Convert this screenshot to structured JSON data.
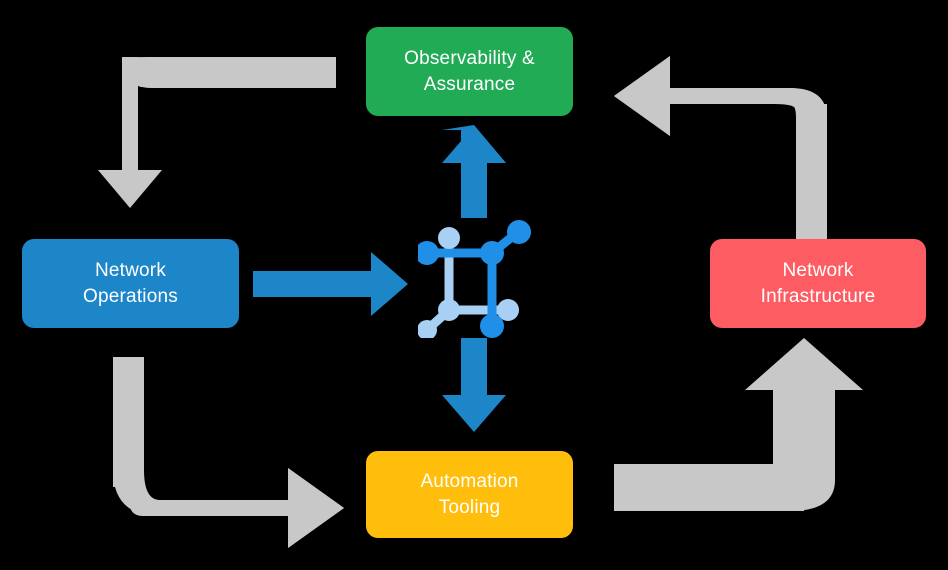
{
  "diagram": {
    "title": "Network automation lifecycle cycle diagram",
    "background_color": "#000000",
    "nodes": [
      {
        "id": "observability",
        "label": "Observability &\nAssurance",
        "color": "#22ab55",
        "text_color": "#ffffff",
        "position": "top"
      },
      {
        "id": "operations",
        "label": "Network\nOperations",
        "color": "#1c86c8",
        "text_color": "#ffffff",
        "position": "left"
      },
      {
        "id": "infrastructure",
        "label": "Network\nInfrastructure",
        "color": "#fc5c62",
        "text_color": "#ffffff",
        "position": "right"
      },
      {
        "id": "automation",
        "label": "Automation\nTooling",
        "color": "#ffbe0b",
        "text_color": "#ffffff",
        "position": "bottom"
      }
    ],
    "center": {
      "icon_name": "network-mesh-icon",
      "node_color_primary": "#1f8fe8",
      "node_color_secondary": "#a8d0f5"
    },
    "blue_arrows": {
      "color": "#1c86c8",
      "items": [
        {
          "id": "operations-to-center",
          "direction": "right",
          "from": "operations",
          "to": "center"
        },
        {
          "id": "center-to-observability",
          "direction": "up",
          "from": "center",
          "to": "observability"
        },
        {
          "id": "center-to-automation",
          "direction": "down",
          "from": "center",
          "to": "automation"
        }
      ]
    },
    "gray_arrows": {
      "color": "#c8c8c8",
      "items": [
        {
          "id": "observability-to-operations",
          "from": "observability",
          "to": "operations",
          "corner": "top-left",
          "head": "down"
        },
        {
          "id": "infrastructure-to-observability",
          "from": "infrastructure",
          "to": "observability",
          "corner": "top-right",
          "head": "left"
        },
        {
          "id": "operations-to-automation",
          "from": "operations",
          "to": "automation",
          "corner": "bottom-left",
          "head": "right"
        },
        {
          "id": "automation-to-infrastructure",
          "from": "automation",
          "to": "infrastructure",
          "corner": "bottom-right",
          "head": "up"
        }
      ]
    }
  }
}
